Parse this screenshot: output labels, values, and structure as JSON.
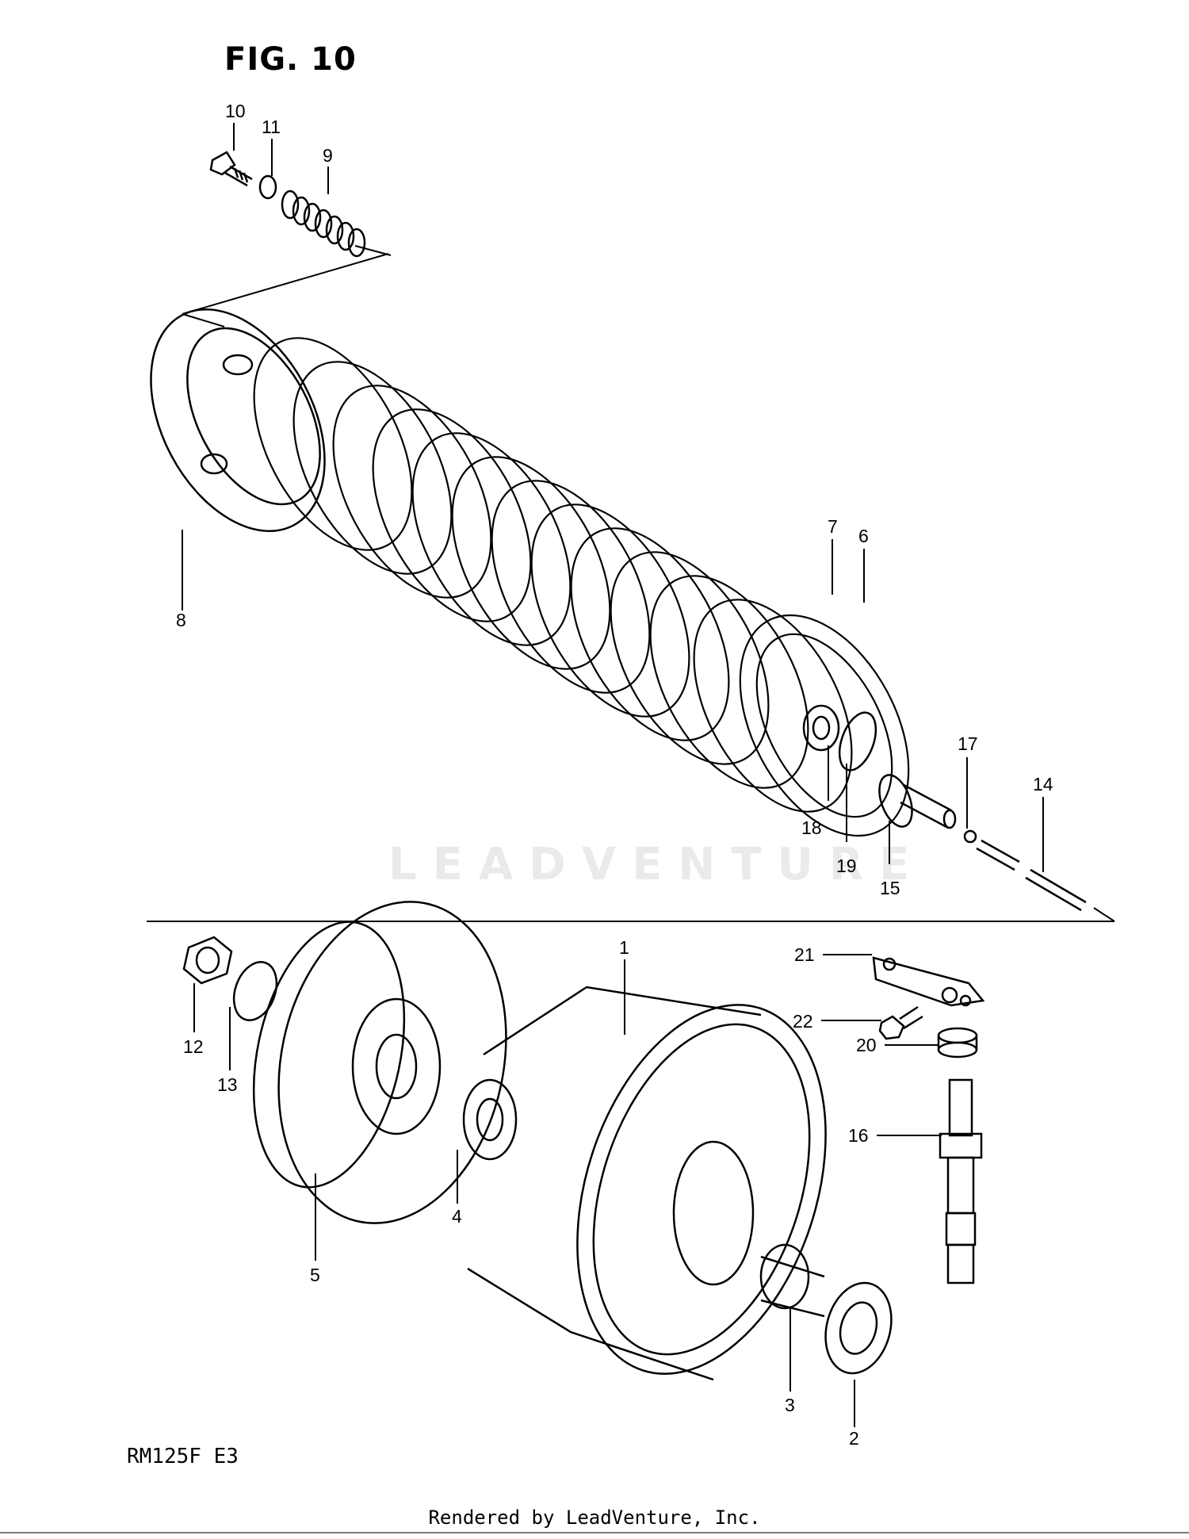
{
  "figure": {
    "title": "FIG. 10",
    "model": "RM125F E3",
    "footer": "Rendered by LeadVenture, Inc.",
    "watermark": "LEADVENTURE"
  },
  "callouts": [
    "1",
    "2",
    "3",
    "4",
    "5",
    "6",
    "7",
    "8",
    "9",
    "10",
    "11",
    "12",
    "13",
    "14",
    "15",
    "16",
    "17",
    "18",
    "19",
    "20",
    "21",
    "22"
  ]
}
